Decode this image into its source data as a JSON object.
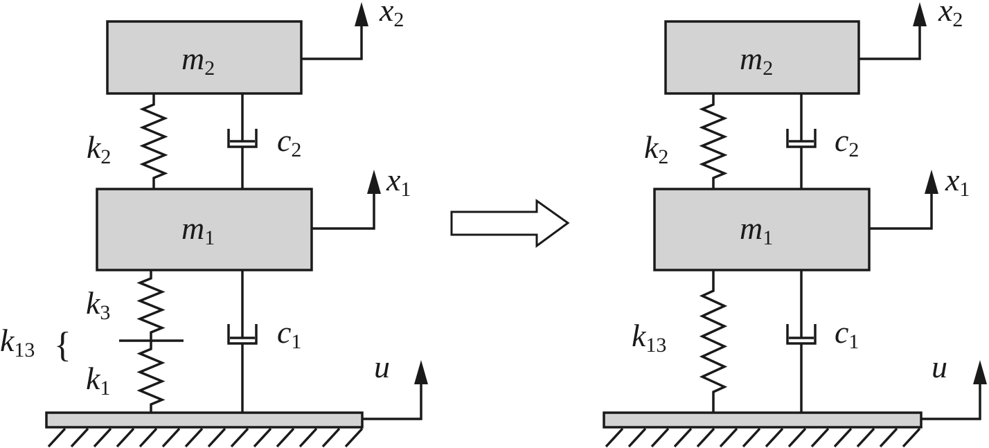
{
  "left": {
    "m2": {
      "main": "m",
      "sub": "2"
    },
    "m1": {
      "main": "m",
      "sub": "1"
    },
    "x2": {
      "main": "x",
      "sub": "2"
    },
    "x1": {
      "main": "x",
      "sub": "1"
    },
    "k2": {
      "main": "k",
      "sub": "2"
    },
    "c2": {
      "main": "c",
      "sub": "2"
    },
    "k3": {
      "main": "k",
      "sub": "3"
    },
    "k1": {
      "main": "k",
      "sub": "1"
    },
    "k13": {
      "main": "k",
      "sub": "13"
    },
    "brace": "{",
    "c1": {
      "main": "c",
      "sub": "1"
    },
    "u": "u"
  },
  "right": {
    "m2": {
      "main": "m",
      "sub": "2"
    },
    "m1": {
      "main": "m",
      "sub": "1"
    },
    "x2": {
      "main": "x",
      "sub": "2"
    },
    "x1": {
      "main": "x",
      "sub": "1"
    },
    "k2": {
      "main": "k",
      "sub": "2"
    },
    "c2": {
      "main": "c",
      "sub": "2"
    },
    "k13": {
      "main": "k",
      "sub": "13"
    },
    "c1": {
      "main": "c",
      "sub": "1"
    },
    "u": "u"
  },
  "colors": {
    "mass_fill": "#d4d3d3",
    "line": "#1a1a1a"
  }
}
